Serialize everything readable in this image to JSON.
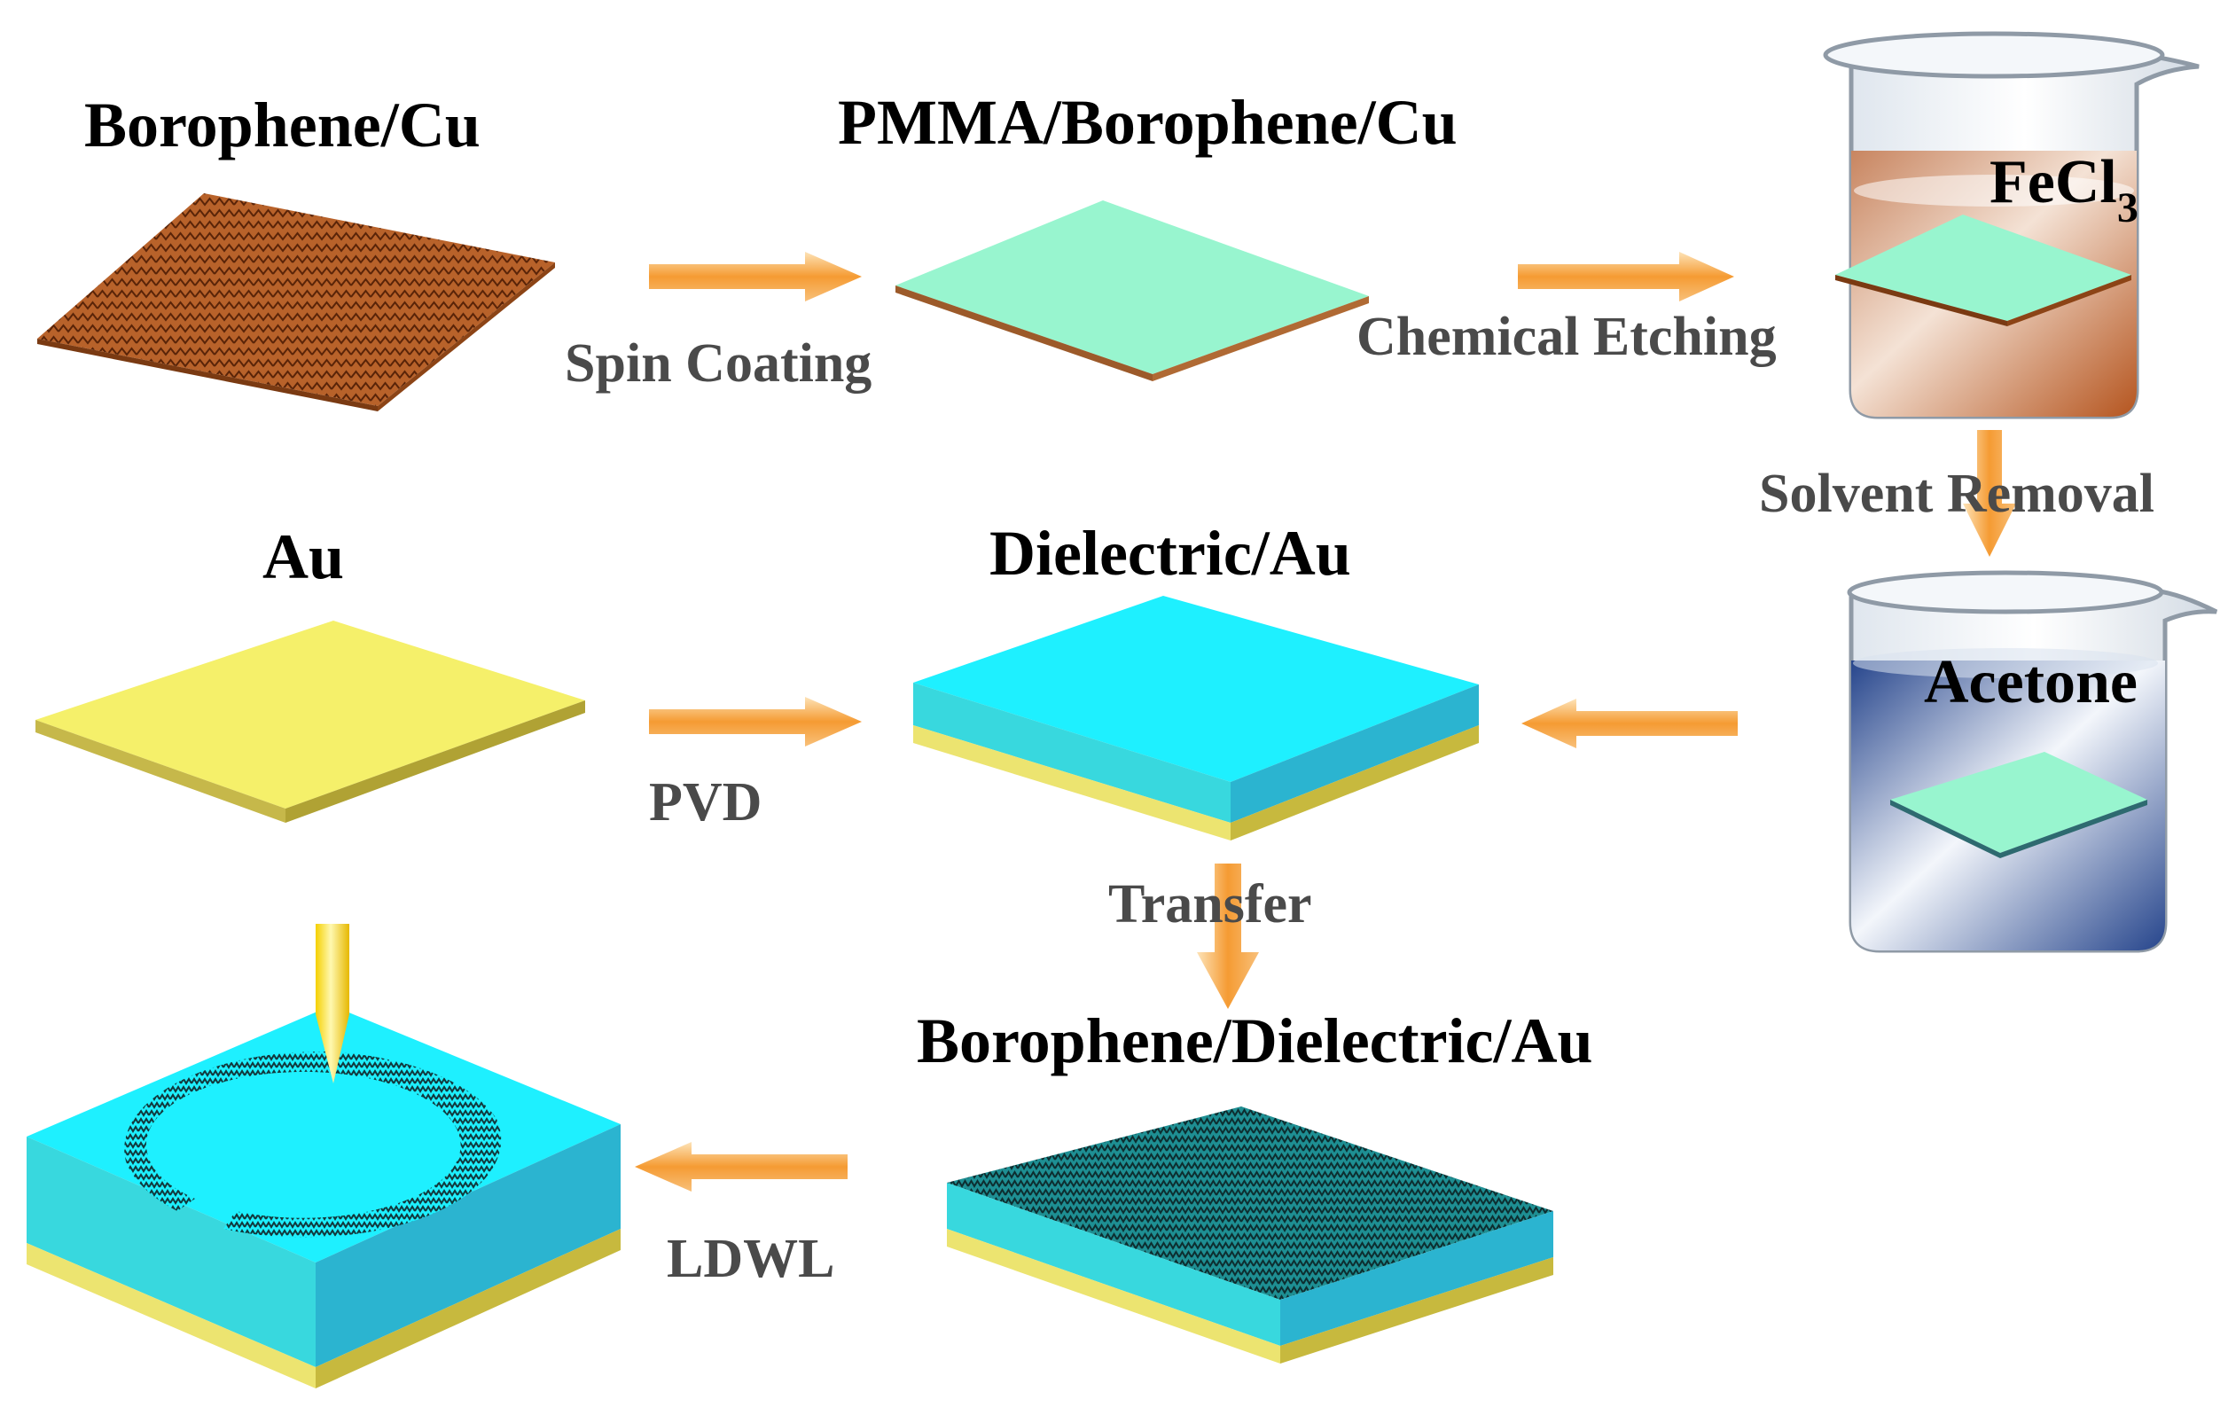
{
  "labels": {
    "borophene_cu": "Borophene/Cu",
    "pmma_borophene_cu": "PMMA/Borophene/Cu",
    "fecl3": "FeCl",
    "fecl3_subscript": "3",
    "au": "Au",
    "dielectric_au": "Dielectric/Au",
    "acetone": "Acetone",
    "borophene_dielectric_au": "Borophene/Dielectric/Au"
  },
  "steps": {
    "spin_coating": "Spin Coating",
    "chemical_etching": "Chemical Etching",
    "solvent_removal": "Solvent Removal",
    "pvd": "PVD",
    "transfer": "Transfer",
    "ldwl": "LDWL"
  },
  "colors": {
    "copper": "#b8622a",
    "pmma": "#98f5cf",
    "gold": "#f5f06a",
    "dielectric": "#1ef0ff",
    "arrow": "#f6a846",
    "fecl3_liquid": "#c97a4c",
    "acetone_liquid": "#2f4f96"
  }
}
